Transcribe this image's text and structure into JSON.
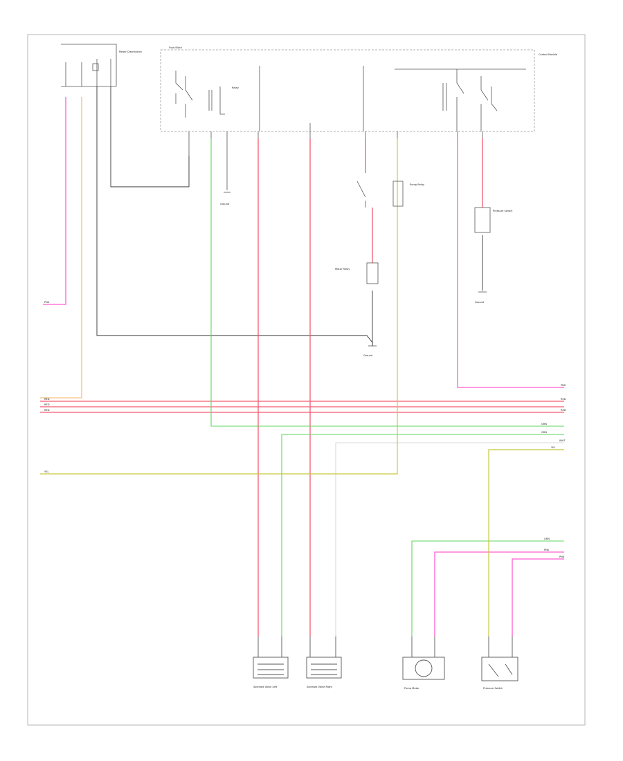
{
  "diagram": {
    "title": "",
    "wire_colors": {
      "pink": "#ff5ed1",
      "tan": "#f5c07a",
      "red": "#f25a6e",
      "light_green": "#5fd65f",
      "yellow": "#c8c83c",
      "black": "#333333",
      "white": "#d8d8d8"
    },
    "labels": {
      "power_distribution": "Power Distribution",
      "fuse_block": "Fuse Block",
      "control_module": "Control Module",
      "relay_coil": "Relay",
      "pump_relay": "Pump Relay",
      "ground": "Ground",
      "motor_relay": "Motor Relay",
      "pressure_switch": "Pressure Switch",
      "ground_2": "Ground",
      "ground_3": "Ground",
      "left_pink": "PNK",
      "left_red_1": "RED",
      "left_red_2": "RED",
      "left_red_3": "RED",
      "left_yellow": "YEL",
      "right_pink": "PNK",
      "right_red_1": "RED",
      "right_red_2": "RED",
      "right_green_1": "GRN",
      "right_green_2": "GRN",
      "right_wht": "WHT",
      "right_yel": "YEL",
      "right_grn_3": "GRN",
      "right_pnk_2": "PNK",
      "right_pnk_3": "PNK",
      "comp_1": "Solenoid Valve Left",
      "comp_2": "Solenoid Valve Right",
      "comp_3": "Pump Motor",
      "comp_4": "Pressure Switch",
      "page_ref": ""
    }
  }
}
